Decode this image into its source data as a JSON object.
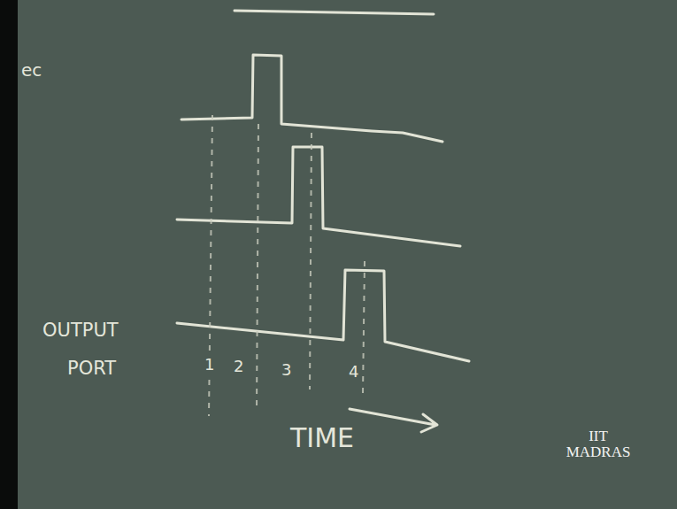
{
  "diagram": {
    "labels": [
      "ec",
      "OUTPUT",
      "PORT",
      "1",
      "2",
      "3",
      "4",
      "TIME",
      "IIT MADRAS"
    ]
  }
}
